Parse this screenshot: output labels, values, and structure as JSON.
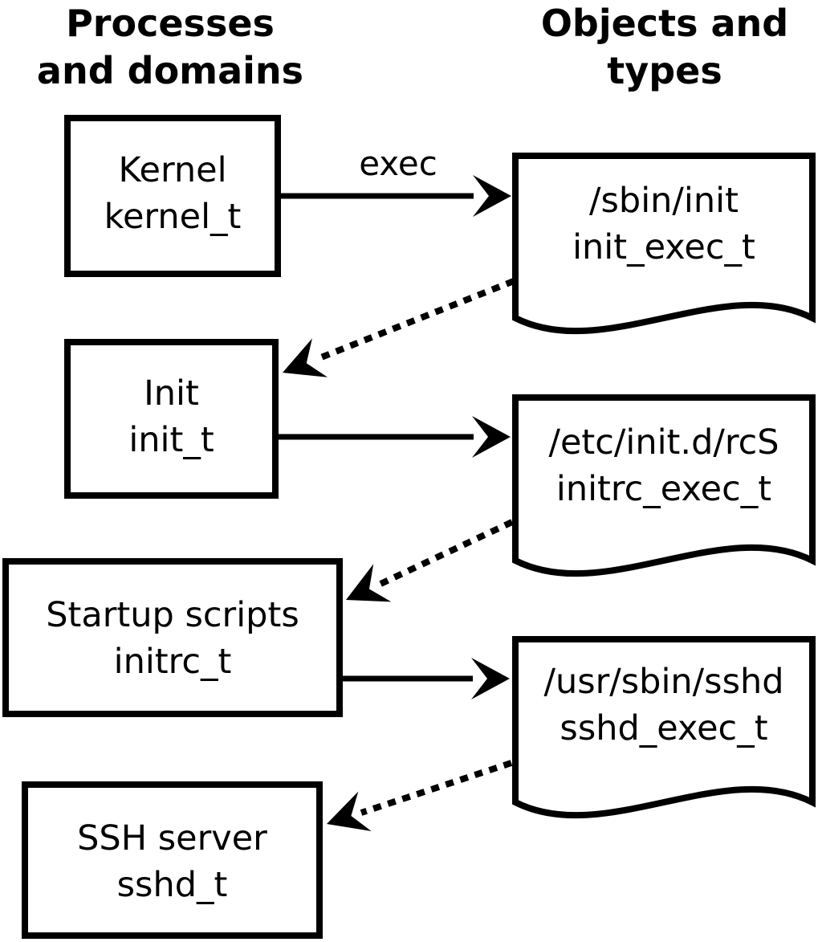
{
  "headers": {
    "left": {
      "line1": "Processes",
      "line2": "and domains"
    },
    "right": {
      "line1": "Objects and",
      "line2": "types"
    }
  },
  "processes": [
    {
      "name": "Kernel",
      "type": "kernel_t"
    },
    {
      "name": "Init",
      "type": "init_t"
    },
    {
      "name": "Startup scripts",
      "type": "initrc_t"
    },
    {
      "name": "SSH server",
      "type": "sshd_t"
    }
  ],
  "objects": [
    {
      "path": "/sbin/init",
      "type": "init_exec_t"
    },
    {
      "path": "/etc/init.d/rcS",
      "type": "initrc_exec_t"
    },
    {
      "path": "/usr/sbin/sshd",
      "type": "sshd_exec_t"
    }
  ],
  "edges": {
    "exec_label": "exec"
  },
  "colors": {
    "ink": "#000000",
    "background": "#ffffff"
  }
}
